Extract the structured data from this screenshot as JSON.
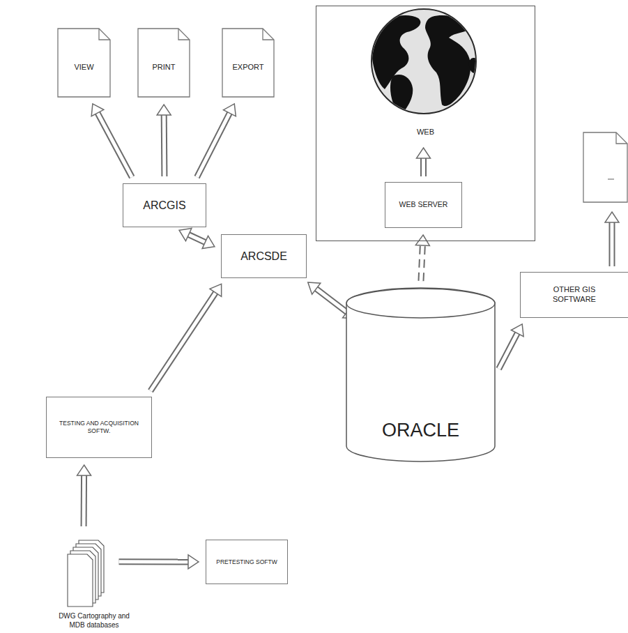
{
  "diagram": {
    "nodes": [
      {
        "text": [
          "VIEW"
        ]
      },
      {
        "text": [
          "PRINT"
        ]
      },
      {
        "text": [
          "EXPORT"
        ]
      },
      {
        "text": [
          "WEB"
        ]
      },
      {
        "text": [
          "WEB SERVER"
        ],
        "in": 3
      },
      {
        "text": [
          "ARCGIS"
        ]
      },
      {
        "text": [
          "ARCSDE"
        ]
      },
      {
        "text": [
          "OTHER GIS SOFTWARE"
        ]
      },
      {
        "text": [
          "TESTING AND ACQUISITION SOFTW."
        ]
      },
      {
        "text": [
          "ORACLE"
        ]
      },
      {
        "text": [
          "PRETESTING SOFTW"
        ]
      },
      {
        "text": [
          "DWG Cartography and MDB databases"
        ]
      }
    ],
    "edges": [
      {
        "from": 5,
        "to": 0,
        "arrow": "to"
      },
      {
        "from": 5,
        "to": 1,
        "arrow": "to"
      },
      {
        "from": 5,
        "to": 2,
        "arrow": "to"
      },
      {
        "from": 5,
        "to": 6,
        "arrow": "both"
      },
      {
        "from": 8,
        "to": 6,
        "arrow": "to"
      },
      {
        "from": 6,
        "to": 9,
        "arrow": "both"
      },
      {
        "from": 9,
        "to": 4,
        "arrow": "to"
      },
      {
        "from": 9,
        "to": 7,
        "arrow": "to"
      },
      {
        "from": 11,
        "to": 8,
        "arrow": "to"
      },
      {
        "from": 11,
        "to": 10,
        "arrow": "to"
      }
    ]
  }
}
